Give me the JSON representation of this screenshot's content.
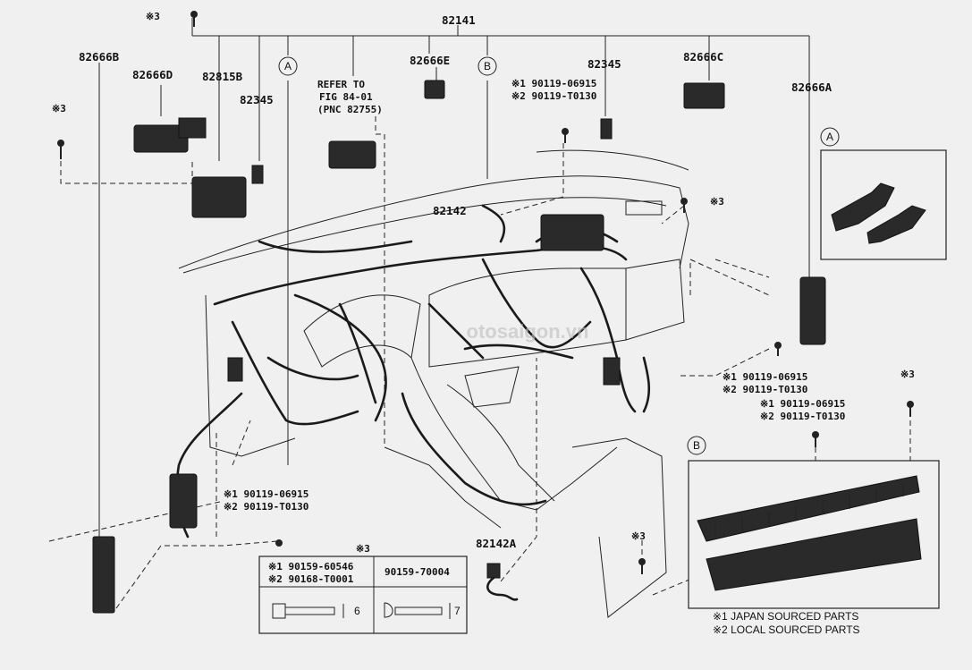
{
  "labels": {
    "p82141": "82141",
    "p82666B": "82666B",
    "p82666D": "82666D",
    "p82815B": "82815B",
    "p82345_left": "82345",
    "p82666E": "82666E",
    "p82345_right": "82345",
    "p82666C": "82666C",
    "p82666A": "82666A",
    "p82142": "82142",
    "p82142A": "82142A",
    "ref_line1": "REFER TO",
    "ref_line2": "FIG 84-01",
    "ref_line3": "(PNC 82755)",
    "mark3": "※3",
    "callout_A": "A",
    "callout_B": "B",
    "bolt_top_1": "※1 90119-06915",
    "bolt_top_2": "※2 90119-T0130",
    "bolt_mid_1": "※1 90119-06915",
    "bolt_mid_2": "※2 90119-T0130",
    "bolt_mid2_1": "※1 90119-06915",
    "bolt_mid2_2": "※2 90119-T0130",
    "bolt_low_1": "※1 90119-06915",
    "bolt_low_2": "※2 90119-T0130",
    "watermark": "otosaigon.vn"
  },
  "bolt_table": {
    "header": "※3",
    "col1_line1": "※1  90159-60546",
    "col1_line2": "※2  90168-T0001",
    "col2": "90159-70004",
    "dim1": "6",
    "dim2": "7"
  },
  "legend": {
    "line1": "※1 JAPAN SOURCED PARTS",
    "line2": "※2 LOCAL SOURCED PARTS"
  }
}
